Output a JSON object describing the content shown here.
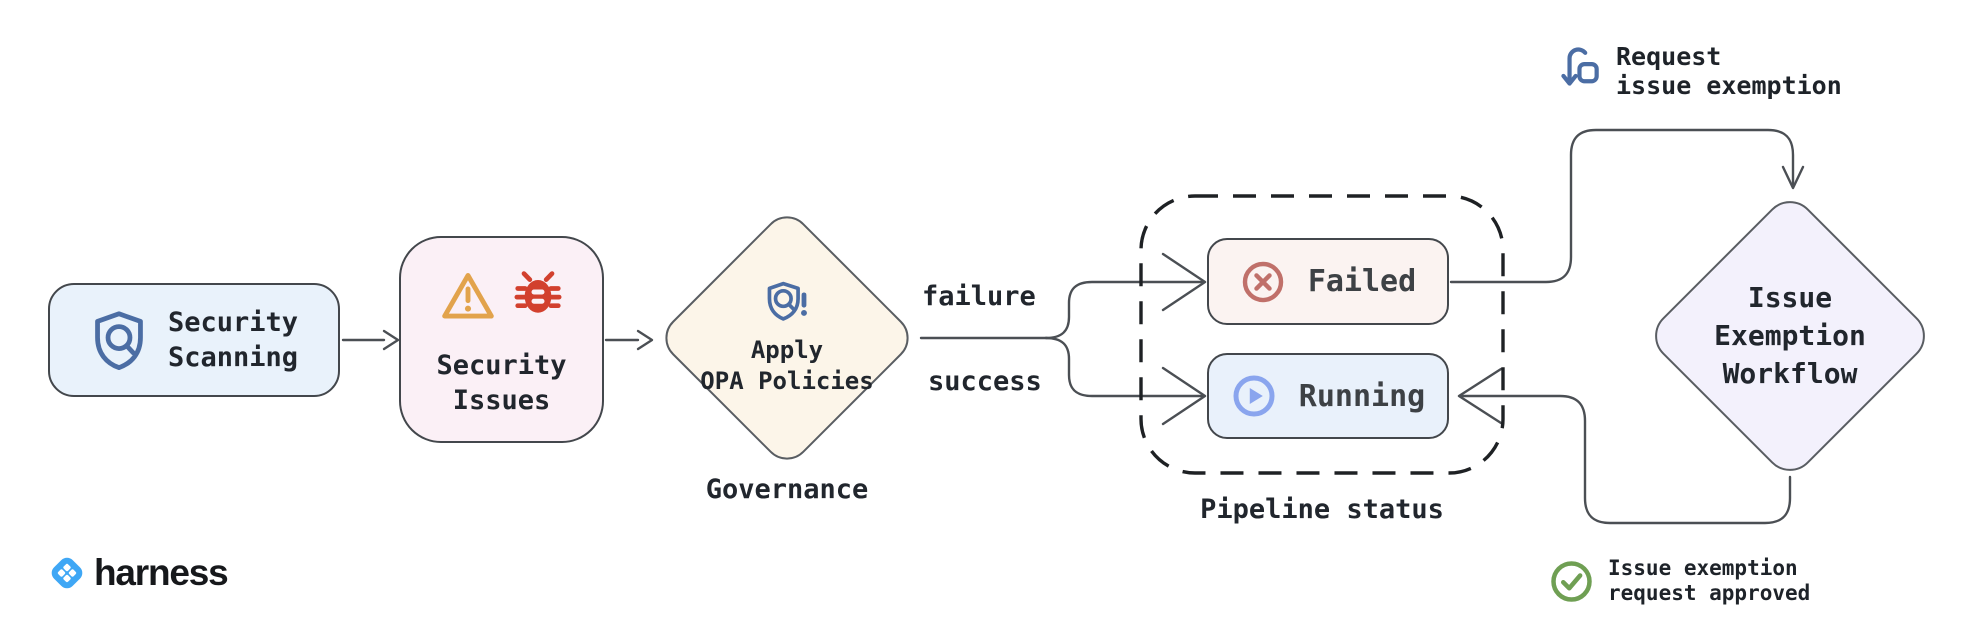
{
  "nodes": {
    "security_scanning": {
      "line1": "Security",
      "line2": "Scanning"
    },
    "security_issues": {
      "line1": "Security",
      "line2": "Issues"
    },
    "apply_opa": {
      "line1": "Apply",
      "line2": "OPA Policies",
      "caption": "Governance"
    },
    "failed": {
      "label": "Failed"
    },
    "running": {
      "label": "Running"
    },
    "pipeline_status": {
      "caption": "Pipeline status"
    },
    "issue_exemption": {
      "line1": "Issue",
      "line2": "Exemption",
      "line3": "Workflow"
    }
  },
  "edges": {
    "failure_label": "failure",
    "success_label": "success"
  },
  "annotations": {
    "request": {
      "line1": "Request",
      "line2": "issue exemption"
    },
    "approved": {
      "line1": "Issue exemption",
      "line2": "request approved"
    }
  },
  "branding": {
    "wordmark": "harness"
  },
  "icons": [
    {
      "name": "shield-search-icon",
      "color": "#4b6da4"
    },
    {
      "name": "warning-triangle-icon",
      "color": "#e2a34c"
    },
    {
      "name": "bug-icon",
      "color": "#d2402e"
    },
    {
      "name": "opa-shield-alert-icon",
      "color": "#4b6da4"
    },
    {
      "name": "circle-x-icon",
      "color": "#c0706a"
    },
    {
      "name": "play-circle-icon",
      "color": "#8aa5ee"
    },
    {
      "name": "request-exemption-icon",
      "color": "#4b6da4"
    },
    {
      "name": "check-circle-icon",
      "color": "#6f9f53"
    },
    {
      "name": "harness-logo-icon",
      "color": "#3fa7f5"
    }
  ],
  "colors": {
    "background": "#ffffff",
    "connector": "#4b4f54",
    "box_border": "#43474c",
    "scanning_fill": "#e9f2fb",
    "issues_fill": "#fbf0f6",
    "opa_fill": "#fcf5e9",
    "failed_fill": "#fbf3f1",
    "running_fill": "#e9f1fb",
    "exemption_fill": "#f3f1fc",
    "accent_blue": "#4b6da4",
    "warning_orange": "#e2a34c",
    "bug_red": "#d2402e",
    "failed_red": "#c0706a",
    "running_blue": "#8aa5ee",
    "approved_green": "#6f9f53",
    "harness_blue": "#3fa7f5"
  }
}
